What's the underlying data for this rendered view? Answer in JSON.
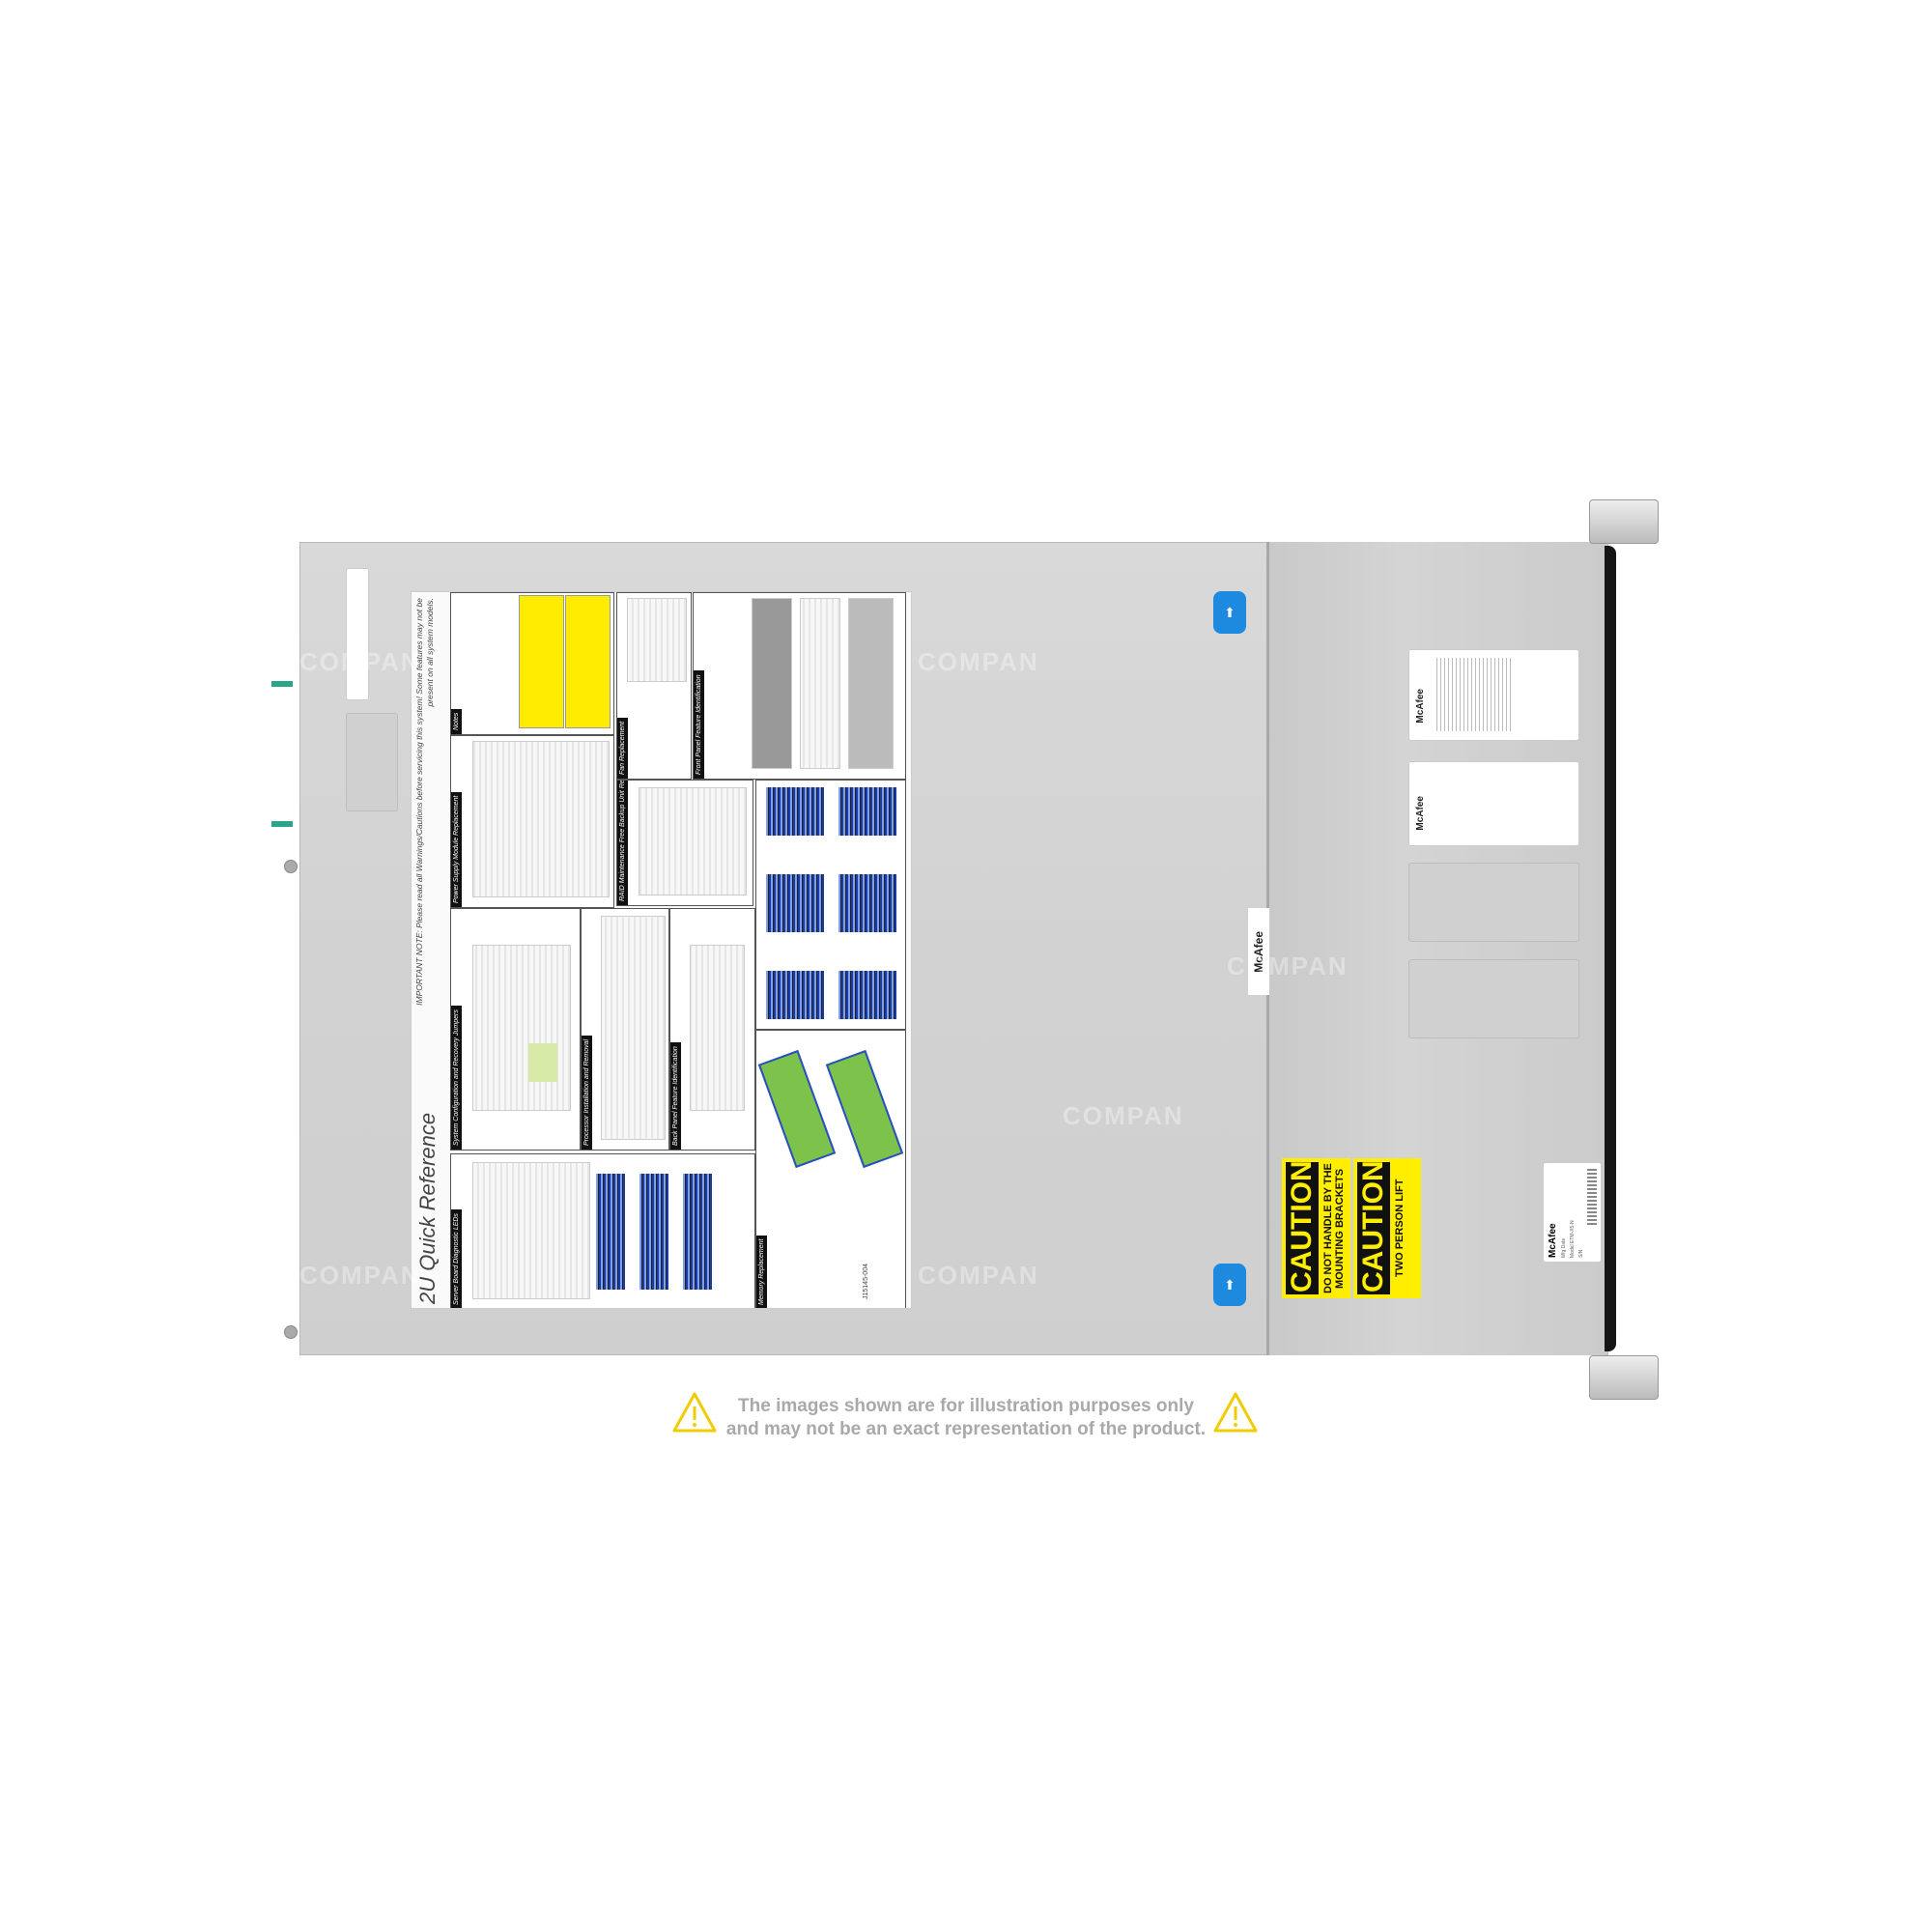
{
  "quick_reference": {
    "title": "2U Quick Reference",
    "important_note": "IMPORTANT NOTE: Please read all Warnings/Cautions before servicing this system! Some features may not be present on all system models.",
    "sections": {
      "leds": "Server Board Diagnostic LEDs",
      "jumpers": "System Configuration and Recovery Jumpers",
      "psu": "Power Supply Module Replacement",
      "notes": "Notes",
      "processor": "Processor Installation and Removal",
      "raid": "RAID Maintenance Free Backup Unit Replacement",
      "fan": "Fan Replacement",
      "front_panel": "Front Panel Feature Identification",
      "back_panel": "Back Panel Feature Identification",
      "memory": "Memory Replacement"
    },
    "part_number": "J15145-004"
  },
  "brand": "McAfee",
  "caution_labels": [
    {
      "word": "CAUTION",
      "text": "DO NOT HANDLE BY THE MOUNTING BRACKETS"
    },
    {
      "word": "CAUTION",
      "text": "TWO PERSON LIFT"
    }
  ],
  "model_label": {
    "brand": "McAfee",
    "lines": [
      "Mfg Date",
      "Model ETM-X5-N",
      "S/N"
    ]
  },
  "disclaimer": {
    "line1": "The images shown are for illustration purposes only",
    "line2": "and may not be an exact representation of the product."
  },
  "watermark": "COMPAN",
  "colors": {
    "caution_yellow": "#ffee00",
    "tab_blue": "#1d8ae0",
    "rail_green": "#2aa58a",
    "warning_icon": "#f2cc00"
  }
}
